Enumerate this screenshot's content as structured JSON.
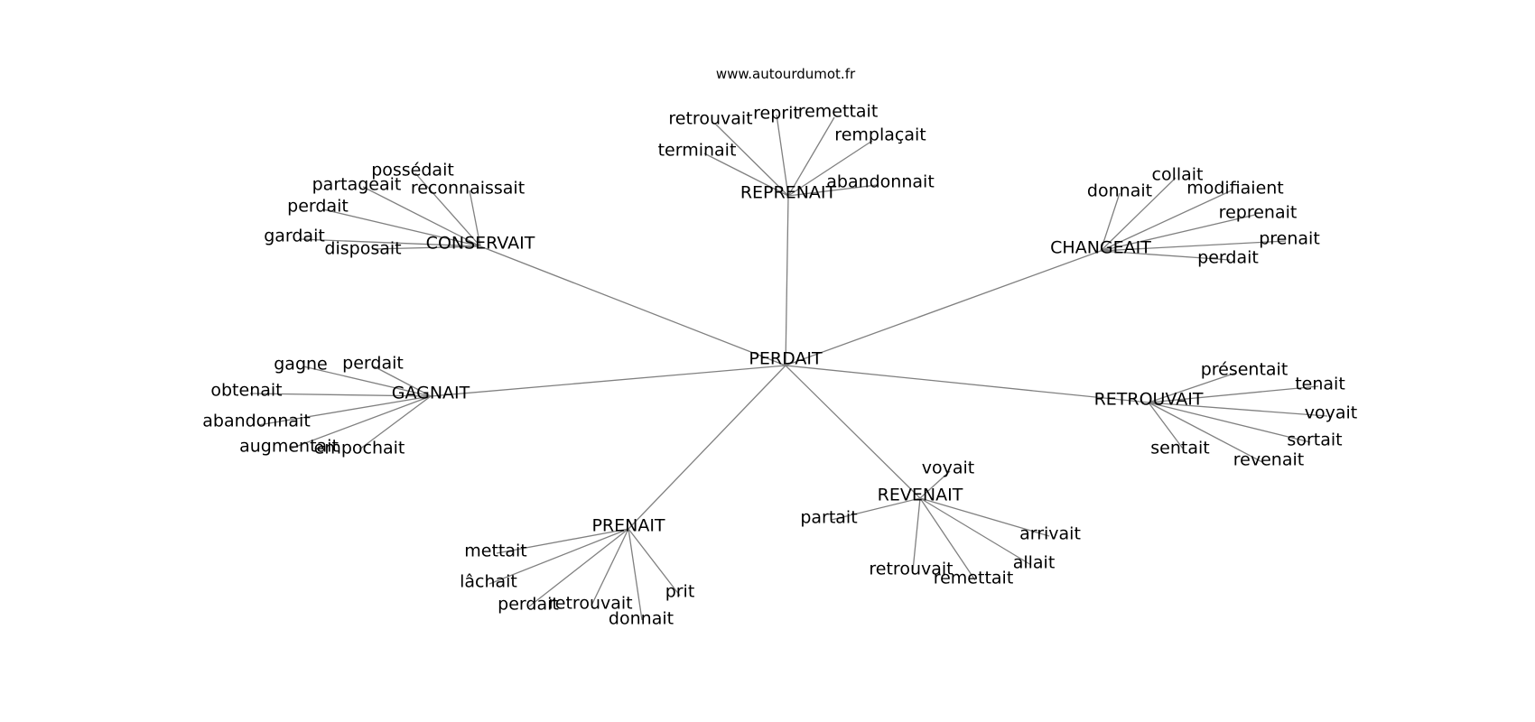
{
  "site": "www.autourdumot.fr",
  "graph": {
    "center": "PERDAIT",
    "clusters": [
      {
        "hub": "REPRENAIT",
        "leaves": [
          "retrouvait",
          "reprit",
          "remettait",
          "remplaçait",
          "terminait",
          "abandonnait"
        ]
      },
      {
        "hub": "CONSERVAIT",
        "leaves": [
          "possédait",
          "partageait",
          "reconnaissait",
          "perdait",
          "gardait",
          "disposait"
        ]
      },
      {
        "hub": "CHANGEAIT",
        "leaves": [
          "donnait",
          "collait",
          "modifiaient",
          "reprenait",
          "prenait",
          "perdait"
        ]
      },
      {
        "hub": "GAGNAIT",
        "leaves": [
          "gagne",
          "perdait",
          "obtenait",
          "abandonnait",
          "augmentait",
          "empochait"
        ]
      },
      {
        "hub": "RETROUVAIT",
        "leaves": [
          "présentait",
          "tenait",
          "voyait",
          "sortait",
          "sentait",
          "revenait"
        ]
      },
      {
        "hub": "REVENAIT",
        "leaves": [
          "voyait",
          "partait",
          "arrivait",
          "allait",
          "retrouvait",
          "remettait"
        ]
      },
      {
        "hub": "PRENAIT",
        "leaves": [
          "mettait",
          "lâchait",
          "perdait",
          "retrouvait",
          "donnait",
          "prit"
        ]
      }
    ]
  }
}
